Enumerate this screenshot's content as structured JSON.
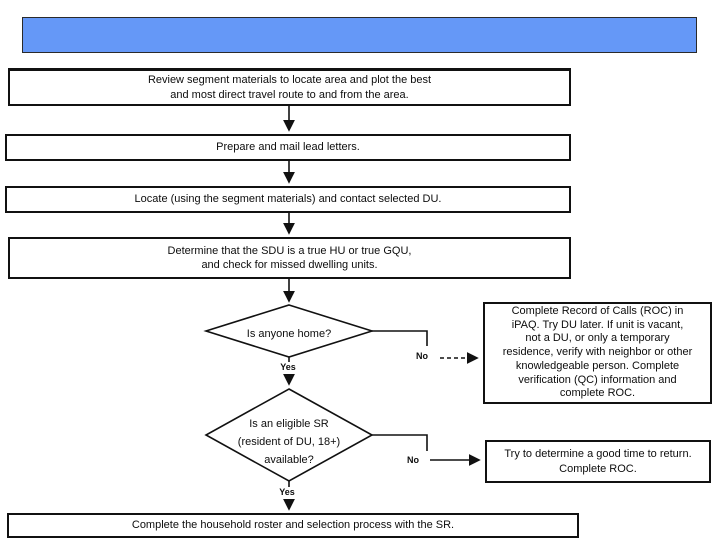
{
  "title_bar": {
    "text": ""
  },
  "steps": {
    "step1": [
      "Review segment materials to locate area and plot the best",
      "and most direct travel route to and from the area."
    ],
    "step2": "Prepare and mail lead letters.",
    "step3": "Locate (using the segment materials) and contact selected DU.",
    "step4": [
      "Determine that the SDU is a true HU or true GQU,",
      "and check for missed dwelling units."
    ],
    "final": "Complete the household roster and selection process with the SR."
  },
  "decisions": {
    "d1": "Is anyone home?",
    "d2": [
      "Is an eligible SR",
      "(resident of DU, 18+)",
      "available?"
    ]
  },
  "outcomes": {
    "no1": [
      "Complete Record of Calls (ROC) in",
      "iPAQ.  Try DU later.  If unit is vacant,",
      "not a DU, or only a temporary",
      "residence, verify with neighbor or other",
      "knowledgeable person.   Complete",
      "verification (QC) information and",
      "complete ROC."
    ],
    "no2": [
      "Try to determine a good time to return.",
      "Complete ROC."
    ]
  },
  "labels": {
    "yes": "Yes",
    "no": "No"
  },
  "colors": {
    "accent": "#6598f7",
    "line": "#111111",
    "background": "#ffffff"
  }
}
